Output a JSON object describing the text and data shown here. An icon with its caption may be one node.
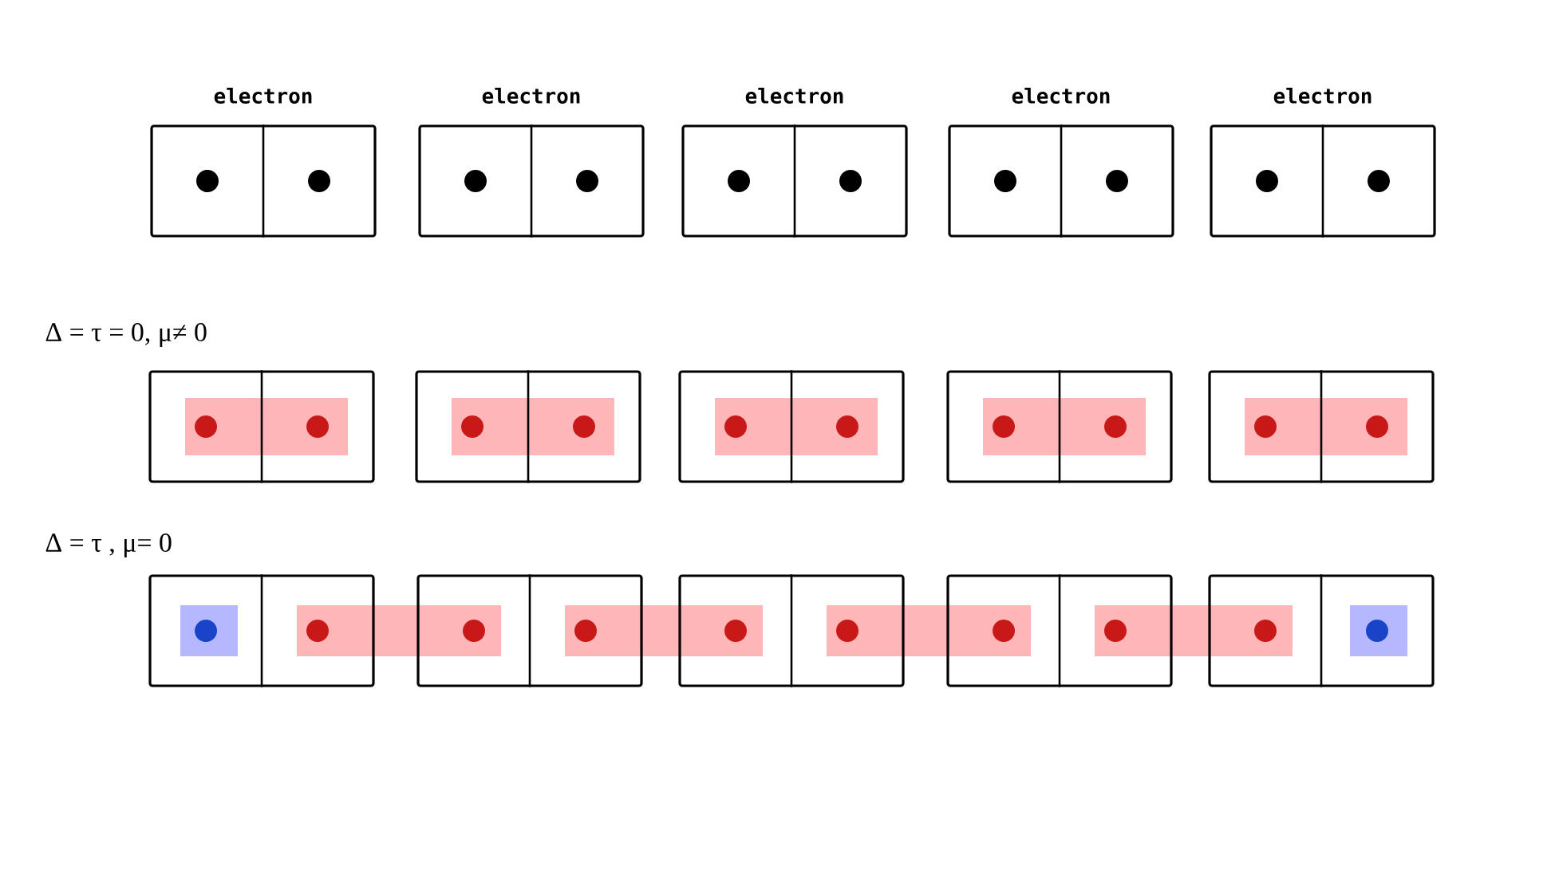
{
  "diagram": {
    "nodes": [
      {
        "text": [
          "electron"
        ]
      },
      {
        "text": [
          "electron"
        ]
      },
      {
        "text": [
          "electron"
        ]
      },
      {
        "text": [
          "electron"
        ]
      },
      {
        "text": [
          "electron"
        ]
      },
      {
        "text": [],
        "shape": "box"
      },
      {
        "text": [],
        "shape": "box"
      },
      {
        "text": [],
        "shape": "box"
      },
      {
        "text": [],
        "shape": "box"
      },
      {
        "text": [],
        "shape": "box"
      },
      {
        "text": [],
        "shape": "box"
      },
      {
        "text": [],
        "shape": "box"
      },
      {
        "text": [],
        "shape": "box"
      },
      {
        "text": [],
        "shape": "box"
      },
      {
        "text": [],
        "shape": "box"
      }
    ],
    "labels": [
      "Δ = τ = 0, μ≠ 0",
      "Δ = τ , μ= 0"
    ]
  }
}
